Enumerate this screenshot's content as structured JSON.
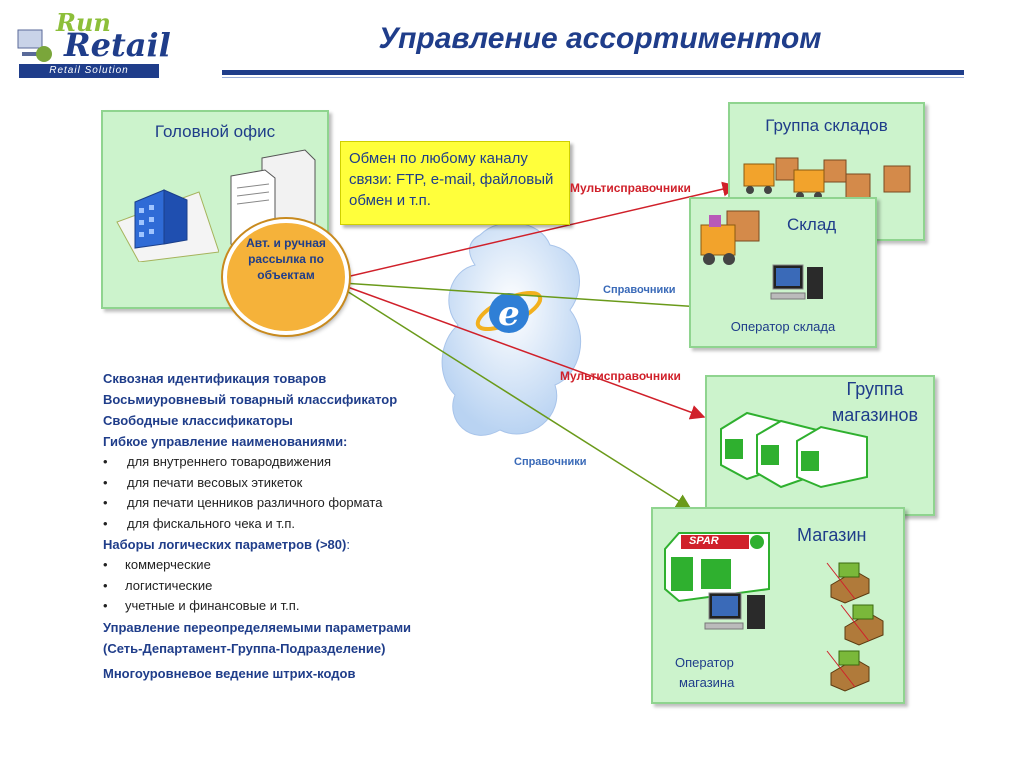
{
  "logo": {
    "run": "Run",
    "retail": "Retail",
    "tagline": "Retail Solution"
  },
  "title": "Управление ассортиментом",
  "head_office": {
    "label": "Головной офис"
  },
  "exchange_note": "Обмен по любому каналу связи: FTP, e-mail, файловый обмен и т.п.",
  "distribution": "Авт. и ручная рассылка по объектам",
  "links": {
    "multi_top": "Мультисправочники",
    "ref_top": "Справочники",
    "multi_mid": "Мультисправочники",
    "ref_bottom": "Справочники"
  },
  "nodes": {
    "warehouse_group": "Группа складов",
    "warehouse": "Склад",
    "warehouse_operator": "Оператор склада",
    "store_group_1": "Группа",
    "store_group_2": "магазинов",
    "store": "Магазин",
    "store_operator_1": "Оператор",
    "store_operator_2": "магазина",
    "spar": "SPAR"
  },
  "features": {
    "f1": "Сквозная идентификация товаров",
    "f2": "Восьмиуровневый товарный классификатор",
    "f3": "Свободные классификаторы",
    "f4": "Гибкое управление наименованиями:",
    "f4_items": [
      "для внутреннего товародвижения",
      "для печати весовых этикеток",
      "для печати ценников различного формата",
      "для фискального чека  и т.п."
    ],
    "f5a": "Наборы логических параметров (>80)",
    "f5b": ":",
    "f5_items": [
      "коммерческие",
      "логистические",
      "учетные и финансовые и т.п."
    ],
    "f6a": "Управление переопределяемыми параметрами",
    "f6b": "(Сеть-Департамент-Группа-Подразделение)",
    "f7": "Многоуровневое ведение штрих-кодов"
  },
  "colors": {
    "box_fill": "#ccf3cc",
    "title": "#1f3d8a",
    "note": "#ffff3b",
    "circle": "#f5b23a",
    "multi_arrow": "#d0202a",
    "ref_arrow": "#6a9a1a"
  }
}
